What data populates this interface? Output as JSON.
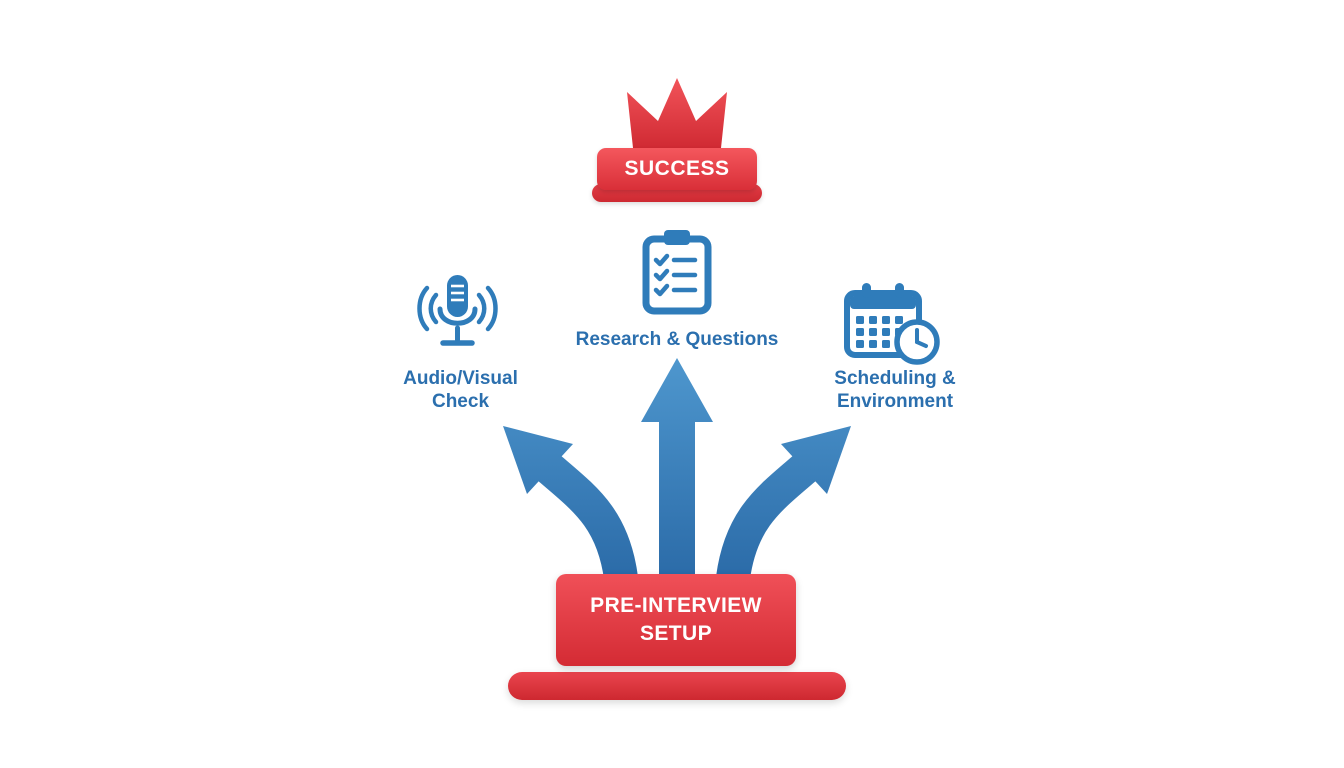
{
  "colors": {
    "accent_red": "#da2f38",
    "accent_blue": "#2f7cba",
    "label_text": "#2b6fae",
    "background": "#ffffff"
  },
  "success": {
    "label": "SUCCESS",
    "icon": "crown-icon"
  },
  "setup": {
    "line1": "PRE-INTERVIEW",
    "line2": "SETUP"
  },
  "branches": {
    "audio": {
      "icon": "microphone-icon",
      "line1": "Audio/Visual",
      "line2": "Check"
    },
    "research": {
      "icon": "clipboard-checklist-icon",
      "line1": "Research & Questions"
    },
    "scheduling": {
      "icon": "calendar-clock-icon",
      "line1": "Scheduling &",
      "line2": "Environment"
    }
  }
}
